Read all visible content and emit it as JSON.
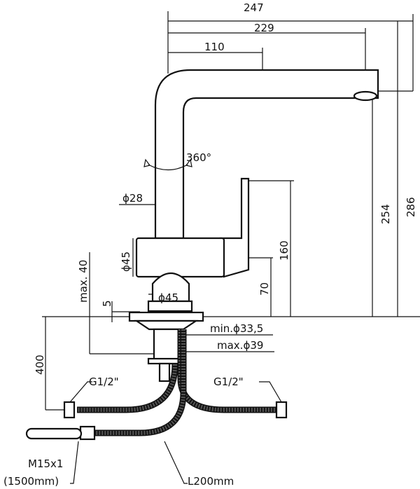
{
  "title": "Kitchen faucet technical drawing",
  "dimensions": {
    "width_total": "247",
    "spout_reach": "229",
    "handle_offset": "110",
    "rotation": "360°",
    "pipe_diameter": "ϕ28",
    "body_diameter": "ϕ45",
    "base_diameter": "ϕ45",
    "deck_gap": "5",
    "max_deck": "max. 40",
    "body_height": "160",
    "base_height": "70",
    "spout_height": "254",
    "total_height": "286",
    "hole_min": "min.ϕ33,5",
    "hole_max": "max.ϕ39",
    "hose_drop": "400"
  },
  "connections": {
    "left_thread": "G1/2\"",
    "right_thread": "G1/2\"",
    "shower_thread": "M15x1",
    "shower_length": "(1500mm)",
    "hose_length": "L200mm"
  }
}
